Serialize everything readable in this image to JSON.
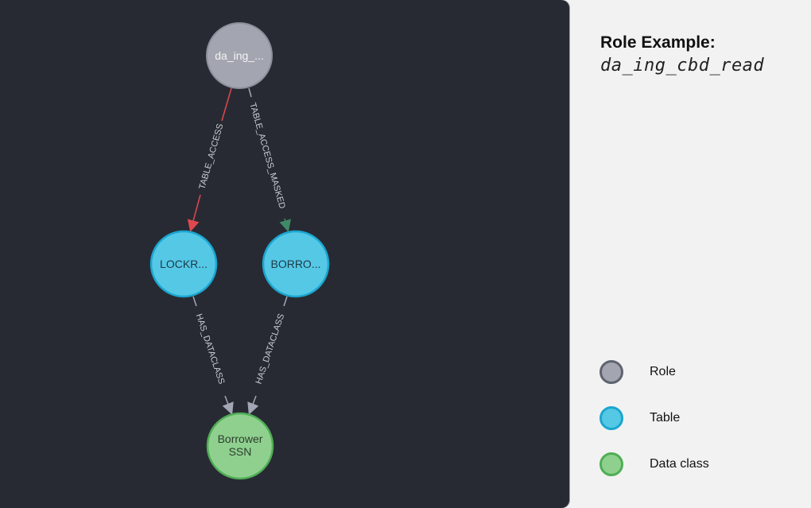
{
  "panel": {
    "title": "Role Example:",
    "subtitle": "da_ing_cbd_read"
  },
  "graph": {
    "nodes": [
      {
        "id": "role",
        "label": "da_ing_...",
        "type": "Role"
      },
      {
        "id": "t1",
        "label": "LOCKR...",
        "type": "Table"
      },
      {
        "id": "t2",
        "label": "BORRO...",
        "type": "Table"
      },
      {
        "id": "dc",
        "label_line1": "Borrower",
        "label_line2": "SSN",
        "type": "Data class"
      }
    ],
    "edges": [
      {
        "from": "role",
        "to": "t1",
        "label": "TABLE_ACCESS",
        "color": "#e0484f"
      },
      {
        "from": "role",
        "to": "t2",
        "label": "TABLE_ACCESS_MASKED",
        "color": "#3f8a68"
      },
      {
        "from": "t1",
        "to": "dc",
        "label": "HAS_DATACLASS",
        "color": "#a3a6b4"
      },
      {
        "from": "t2",
        "to": "dc",
        "label": "HAS_DATACLASS",
        "color": "#a3a6b4"
      }
    ]
  },
  "legend": [
    {
      "label": "Role",
      "fill": "#a3a6b0",
      "stroke": "#5f6370"
    },
    {
      "label": "Table",
      "fill": "#55c8e6",
      "stroke": "#1aa6cf"
    },
    {
      "label": "Data class",
      "fill": "#8fd08f",
      "stroke": "#4fae55"
    }
  ]
}
